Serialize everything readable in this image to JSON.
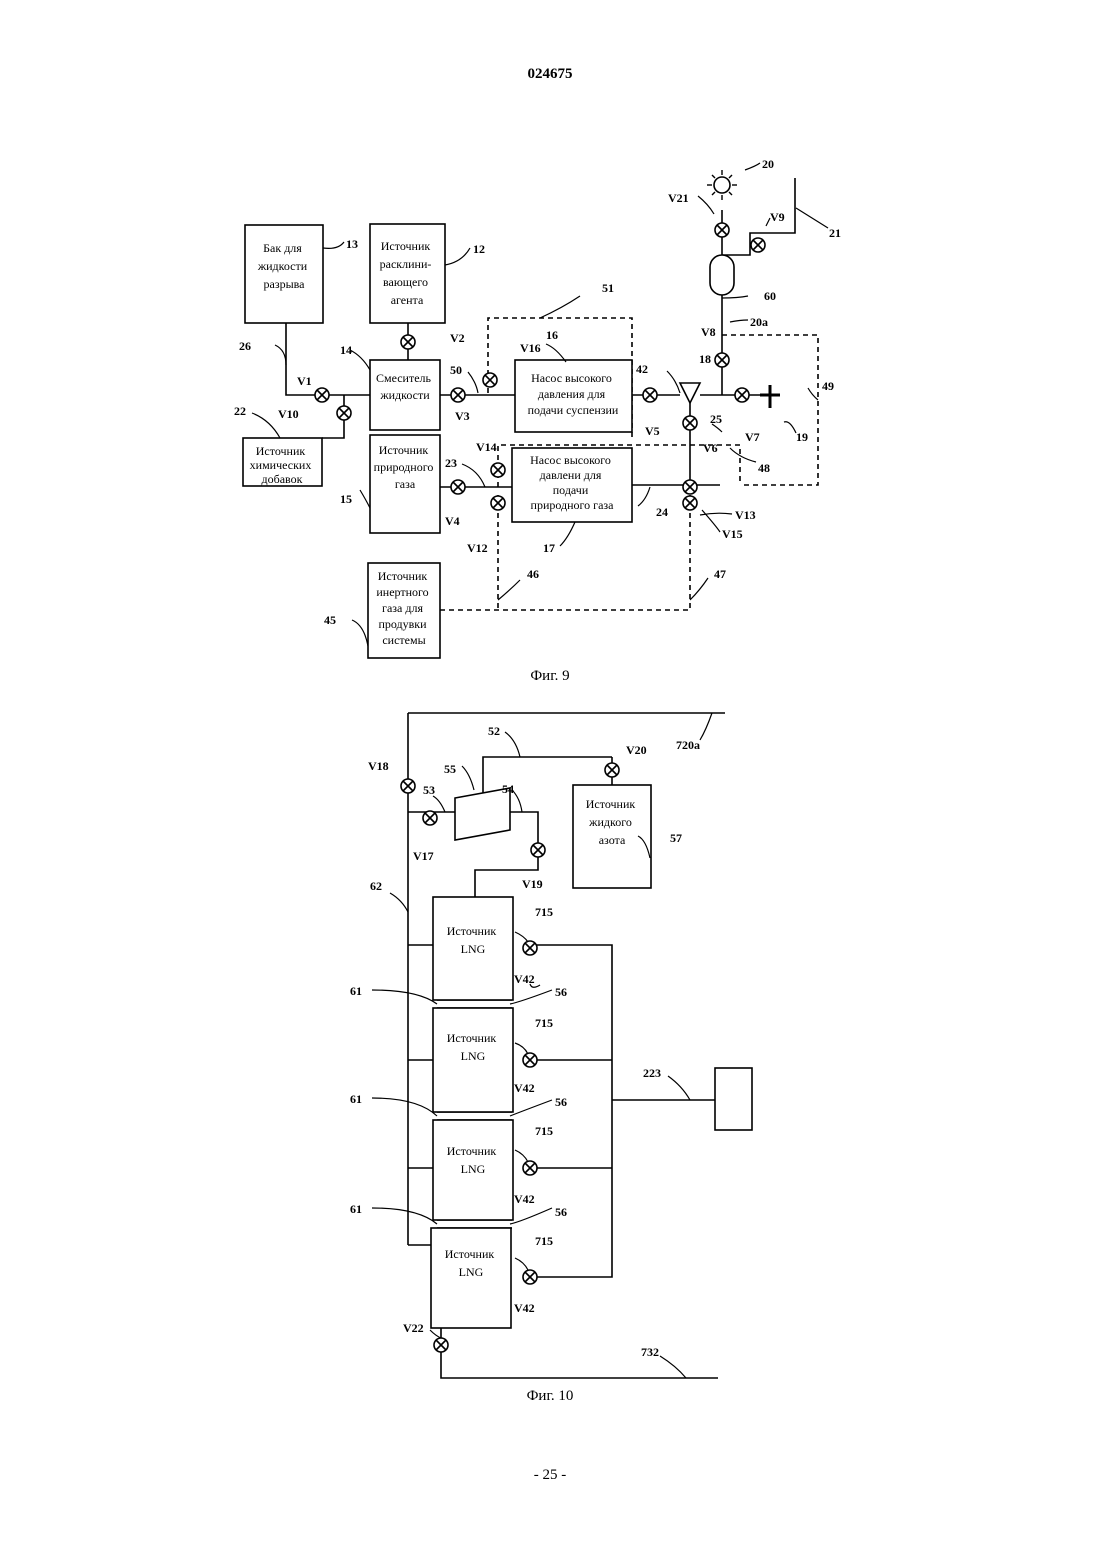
{
  "header": {
    "doc_number": "024675"
  },
  "footer": {
    "page_number": "- 25 -"
  },
  "fig9": {
    "caption": "Фиг. 9",
    "boxes": {
      "frac_tank": [
        "Бак для",
        "жидкости",
        "разрыва"
      ],
      "proppant_source": [
        "Источник",
        "расклини-",
        "вающего",
        "агента"
      ],
      "mixer": [
        "Смеситель",
        "жидкости"
      ],
      "slurry_pump": [
        "Насос высокого",
        "давления для",
        "подачи суспензии"
      ],
      "chem_source": [
        "Источник",
        "химических",
        "добавок"
      ],
      "gas_source": [
        "Источник",
        "природного",
        "газа"
      ],
      "gas_pump": [
        "Насос высокого",
        "давлени для",
        "подачи",
        "природного газа"
      ],
      "inert_source": [
        "Источник",
        "инертного",
        "газа для",
        "продувки",
        "системы"
      ]
    },
    "labels": {
      "n13": "13",
      "n12": "12",
      "n14": "14",
      "n15": "15",
      "n16": "16",
      "n17": "17",
      "n18": "18",
      "n19": "19",
      "n20": "20",
      "n20a": "20а",
      "n21": "21",
      "n22": "22",
      "n23": "23",
      "n24": "24",
      "n25": "25",
      "n26": "26",
      "n42": "42",
      "n45": "45",
      "n46": "46",
      "n47": "47",
      "n48": "48",
      "n49": "49",
      "n50": "50",
      "n51": "51",
      "n60": "60",
      "v1": "V1",
      "v2": "V2",
      "v3": "V3",
      "v4": "V4",
      "v5": "V5",
      "v6": "V6",
      "v7": "V7",
      "v8": "V8",
      "v9": "V9",
      "v10": "V10",
      "v12": "V12",
      "v13": "V13",
      "v14": "V14",
      "v15": "V15",
      "v16": "V16",
      "v21": "V21"
    }
  },
  "fig10": {
    "caption": "Фиг. 10",
    "lng_box": [
      "Источник",
      "LNG"
    ],
    "ln2_box": [
      "Источник",
      "жидкого",
      "азота"
    ],
    "labels": {
      "n52": "52",
      "n53": "53",
      "n54": "54",
      "n55": "55",
      "n56": "56",
      "n57": "57",
      "n61": "61",
      "n62": "62",
      "n715": "715",
      "n720a": "720а",
      "n223": "223",
      "n732": "732",
      "v17": "V17",
      "v18": "V18",
      "v19": "V19",
      "v20": "V20",
      "v22": "V22",
      "v42": "V42"
    }
  }
}
